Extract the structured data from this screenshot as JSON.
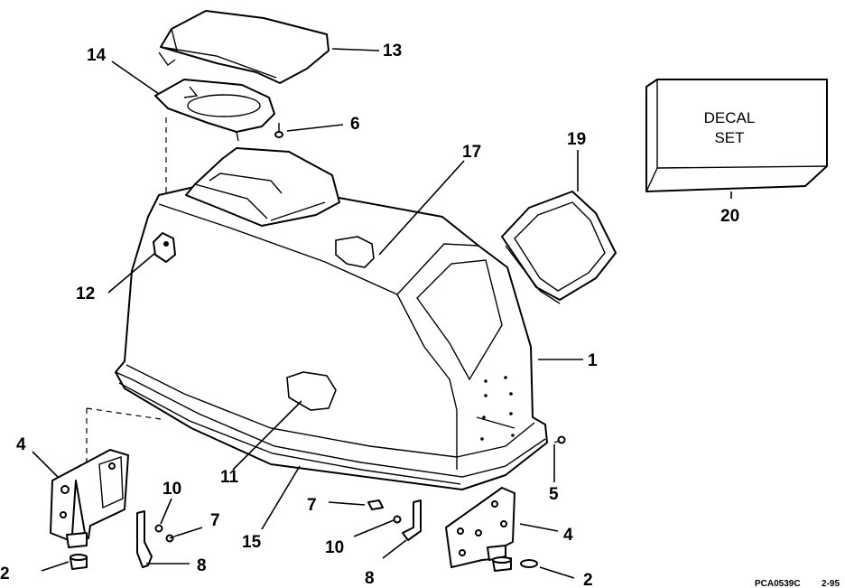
{
  "labels": {
    "l1": "1",
    "l2a": "2",
    "l2b": "2",
    "l4a": "4",
    "l4b": "4",
    "l5": "5",
    "l6": "6",
    "l7a": "7",
    "l7b": "7",
    "l8a": "8",
    "l8b": "8",
    "l10a": "10",
    "l10b": "10",
    "l11": "11",
    "l12": "12",
    "l13": "13",
    "l14": "14",
    "l15": "15",
    "l17": "17",
    "l19": "19",
    "l20": "20"
  },
  "decal": {
    "line1": "DECAL",
    "line2": "SET"
  },
  "footer": {
    "code": "PCA0539C",
    "date": "2-95"
  }
}
